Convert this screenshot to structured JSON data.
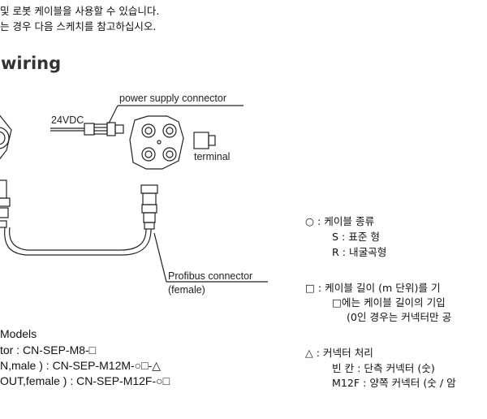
{
  "intro": {
    "line1": "및 로봇 케이블을 사용할 수 있습니다.",
    "line2": "는 경우 다음 스케치를 참고하십시오."
  },
  "section_heading": "wiring",
  "diagram": {
    "power_supply_label": "power supply connector",
    "voltage_label": "24VDC",
    "terminal_label": "terminal",
    "profibus_label": "Profibus connector",
    "female_label": "(female)"
  },
  "models": {
    "title": "Models",
    "item1": "tor : CN-SEP-M8-□",
    "item2": "N,male ) : CN-SEP-M12M-○□-△",
    "item3": "OUT,female ) : CN-SEP-M12F-○□"
  },
  "legend": {
    "cable_type": {
      "header": "○ : 케이블 종류",
      "line1": "S : 표준 형",
      "line2": "R : 내굴곡형"
    },
    "cable_length": {
      "header": "□ : 케이블 길이 (m 단위)를 기",
      "line1": "□에는 케이블 길이의 기입",
      "line2": "(0인 경우는 커넥터만 공"
    },
    "connector": {
      "header": "△ : 커넥터 처리",
      "line1": "빈 칸 : 단측 커넥터 (숫)",
      "line2": "M12F : 양쪽 커넥터 (숫 / 암"
    }
  }
}
